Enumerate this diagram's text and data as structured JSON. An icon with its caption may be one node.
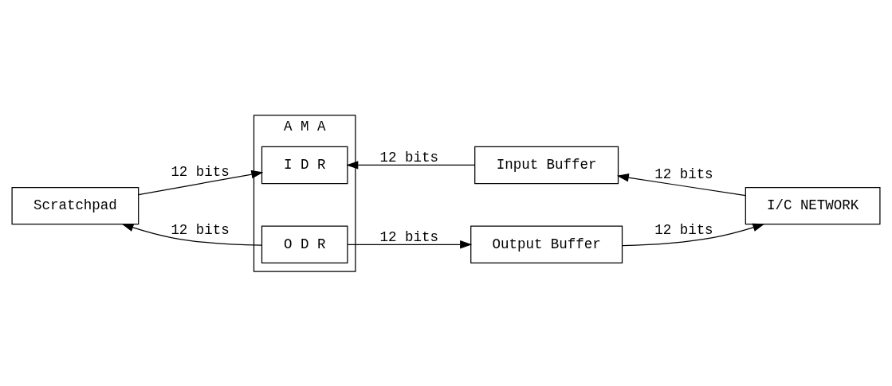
{
  "diagram": {
    "nodes": [
      {
        "text": [
          "Scratchpad"
        ]
      },
      {
        "text": [
          "A M A"
        ]
      },
      {
        "text": [
          "I D R"
        ],
        "in": 1
      },
      {
        "text": [
          "O D R"
        ],
        "in": 1
      },
      {
        "text": [
          "Input Buffer"
        ]
      },
      {
        "text": [
          "Output Buffer"
        ]
      },
      {
        "text": [
          "I/C NETWORK"
        ]
      }
    ],
    "edges": [
      {
        "from": 0,
        "to": 2,
        "arrow": "to",
        "label": "12 bits"
      },
      {
        "from": 4,
        "to": 2,
        "arrow": "to",
        "label": "12 bits"
      },
      {
        "from": 6,
        "to": 4,
        "arrow": "to",
        "label": "12 bits"
      },
      {
        "from": 3,
        "to": 5,
        "arrow": "to",
        "label": "12 bits"
      },
      {
        "from": 5,
        "to": 6,
        "arrow": "to",
        "label": "12 bits"
      },
      {
        "from": 3,
        "to": 0,
        "arrow": "to",
        "label": "12 bits"
      }
    ]
  }
}
